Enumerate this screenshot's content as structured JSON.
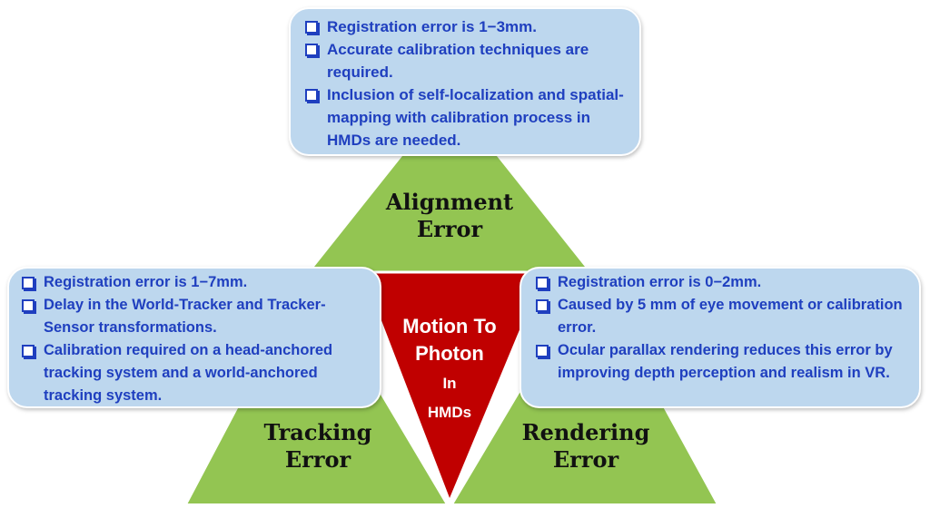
{
  "colors": {
    "triangle_green": "#93c552",
    "center_red": "#c00000",
    "box_fill": "#bdd7ee",
    "box_text": "#1f3fbf"
  },
  "center": {
    "title_line1": "Motion To",
    "title_line2": "Photon",
    "in": "In",
    "hmds": "HMDs"
  },
  "alignment": {
    "label_line1": "Alignment",
    "label_line2": "Error",
    "bullets": [
      "Registration error is 1−3mm.",
      "Accurate calibration techniques are required.",
      "Inclusion of self-localization and spatial-mapping with calibration process in HMDs are needed."
    ]
  },
  "tracking": {
    "label_line1": "Tracking",
    "label_line2": "Error",
    "bullets": [
      "Registration error is 1−7mm.",
      "Delay in the World-Tracker and Tracker-Sensor transformations.",
      "Calibration required on a head-anchored tracking system and a world-anchored tracking system."
    ]
  },
  "rendering": {
    "label_line1": "Rendering",
    "label_line2": "Error",
    "bullets": [
      "Registration error is 0−2mm.",
      "Caused by 5 mm of eye movement or calibration error.",
      "Ocular parallax rendering reduces this error by improving depth perception and realism in VR."
    ]
  }
}
